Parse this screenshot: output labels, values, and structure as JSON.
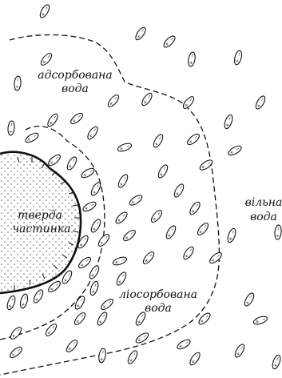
{
  "labels": {
    "adsorbed": [
      "адсорбована",
      "вода"
    ],
    "solid": [
      "тверда",
      "частинка"
    ],
    "free": [
      "вільна",
      "вода"
    ],
    "lyosorbed": [
      "ліосорбована",
      "вода"
    ]
  },
  "dipole_signs": {
    "positive": "+",
    "negative": "−"
  },
  "colors": {
    "ink": "#111111",
    "background": "#ffffff",
    "particle_dots": "#555555"
  }
}
